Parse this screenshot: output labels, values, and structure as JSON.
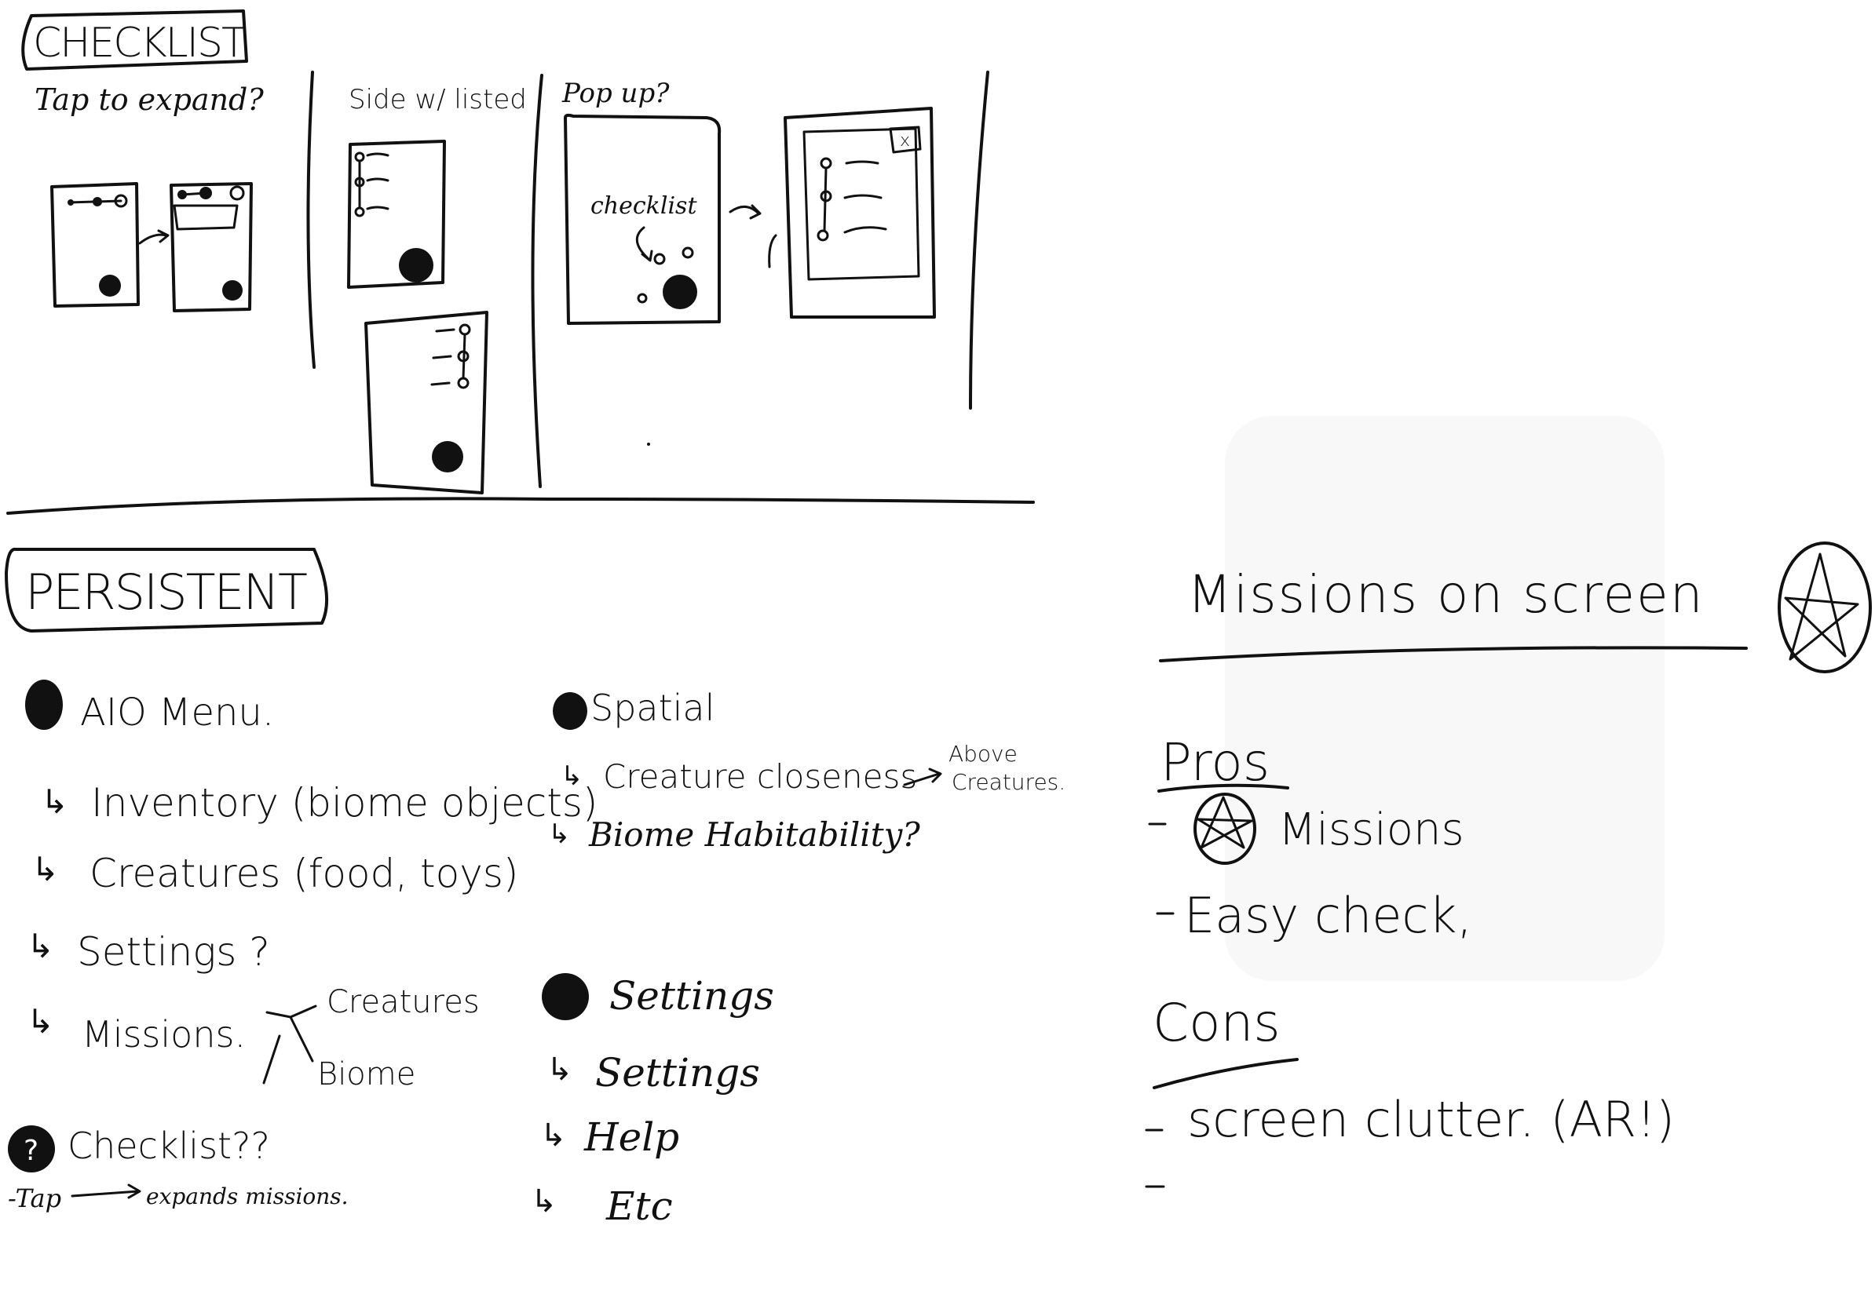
{
  "checklist": {
    "title": "CHECKLIST",
    "tap_to_expand": "Tap to expand?",
    "side_listed": "Side w/ listed",
    "pop_up": "Pop up?",
    "checklist_label": "checklist",
    "close_mark": "x"
  },
  "persistent": {
    "title": "PERSISTENT",
    "aio_menu": "AIO Menu.",
    "aio_items": [
      "Inventory (biome objects)",
      "Creatures (food, toys)",
      "Settings ?",
      "Missions."
    ],
    "missions_branches": [
      "Creatures",
      "Biome"
    ],
    "spatial": "Spatial",
    "spatial_items": [
      "Creature closeness",
      "Biome Habitability?"
    ],
    "above_creatures_line1": "Above",
    "above_creatures_line2": "Creatures.",
    "settings_group": "Settings",
    "settings_items": [
      "Settings",
      "Help",
      "Etc"
    ],
    "checklist_question": "Checklist??",
    "question_mark": "?",
    "tap_note": "-Tap",
    "tap_note_rest": "expands missions."
  },
  "missions_on_screen": {
    "title": "Missions on screen",
    "pros_label": "Pros",
    "pros": [
      "Missions",
      "Easy check,"
    ],
    "cons_label": "Cons",
    "cons": [
      "screen clutter. (AR!)"
    ]
  }
}
